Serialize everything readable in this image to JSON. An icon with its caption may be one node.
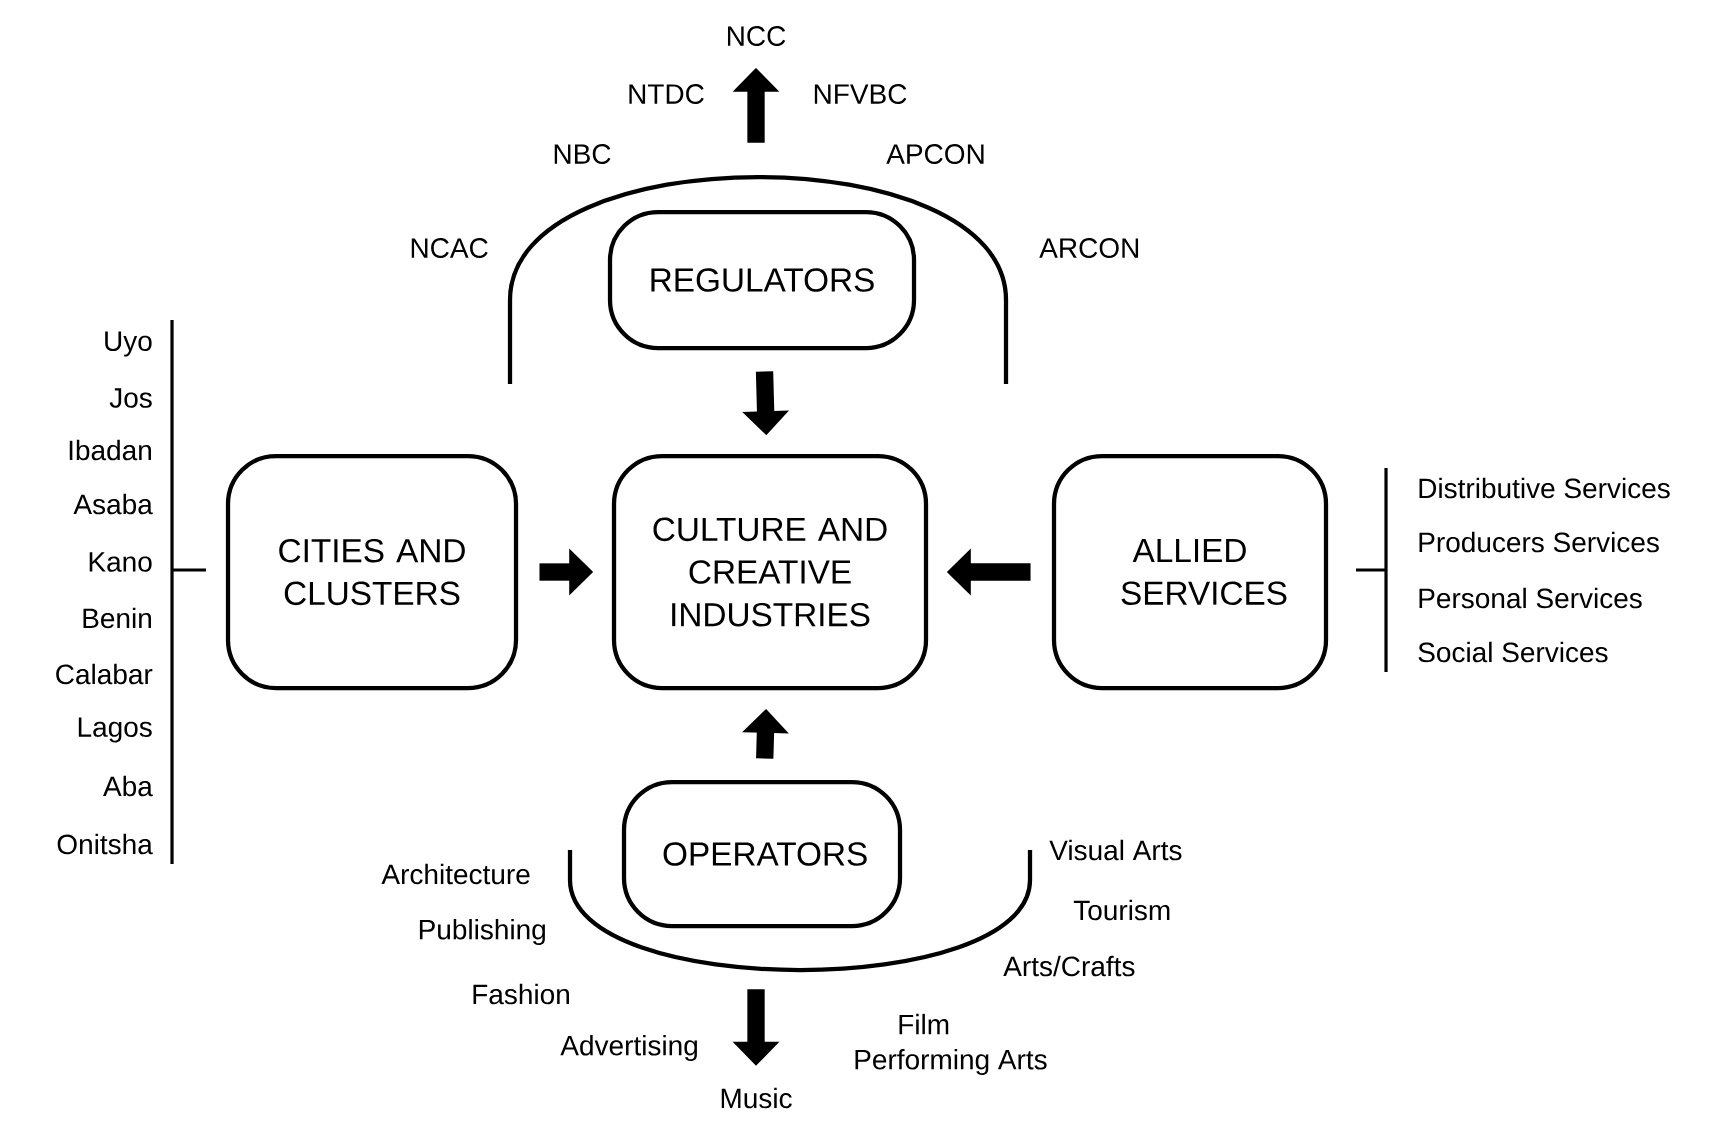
{
  "diagram": {
    "nodes": [
      {
        "text": [
          "REGULATORS"
        ]
      },
      {
        "text": [
          "CITIES AND CLUSTERS"
        ]
      },
      {
        "text": [
          "CULTURE AND CREATIVE INDUSTRIES"
        ]
      },
      {
        "text": [
          "ALLIED SERVICES"
        ]
      },
      {
        "text": [
          "OPERATORS"
        ]
      },
      {
        "text": [
          "NCC"
        ]
      },
      {
        "text": [
          "Music"
        ]
      }
    ],
    "edges": [
      {
        "from": 0,
        "to": 2,
        "arrow": "to"
      },
      {
        "from": 1,
        "to": 2,
        "arrow": "to"
      },
      {
        "from": 3,
        "to": 2,
        "arrow": "to"
      },
      {
        "from": 4,
        "to": 2,
        "arrow": "to"
      },
      {
        "from": null,
        "to": 5,
        "arrow": "to"
      },
      {
        "from": null,
        "to": 6,
        "arrow": "to"
      }
    ],
    "labels": [
      "NTDC",
      "NFVBC",
      "NBC",
      "APCON",
      "NCAC",
      "ARCON",
      "Uyo",
      "Jos",
      "Ibadan",
      "Asaba",
      "Kano",
      "Benin",
      "Calabar",
      "Lagos",
      "Aba",
      "Onitsha",
      "Distributive Services",
      "Producers Services",
      "Personal Services",
      "Social Services",
      "Visual Arts",
      "Architecture",
      "Tourism",
      "Publishing",
      "Arts/Crafts",
      "Fashion",
      "Film",
      "Advertising",
      "Performing Arts"
    ]
  }
}
